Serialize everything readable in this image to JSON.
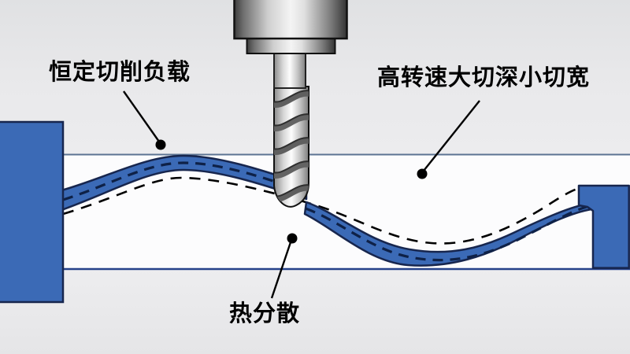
{
  "diagram": {
    "type": "hsm-machining-concept-illustration",
    "labels": {
      "constant_load": "恒定切削负载",
      "high_speed": "高转速大切深小切宽",
      "heat_dispersion": "热分散"
    },
    "colors": {
      "workpiece_blue": "#3b6ab6",
      "outline_navy": "#17264e",
      "divider_line": "#5c7392",
      "baseline_line": "#25418a",
      "dashed_toolpath": "#0e2147",
      "dashed_prior_surface": "#000000",
      "background_top": "#e7e8ea",
      "background_middle": "#fcfcfd",
      "background_bottom": "#eaeaec",
      "label_text": "#000000"
    }
  }
}
